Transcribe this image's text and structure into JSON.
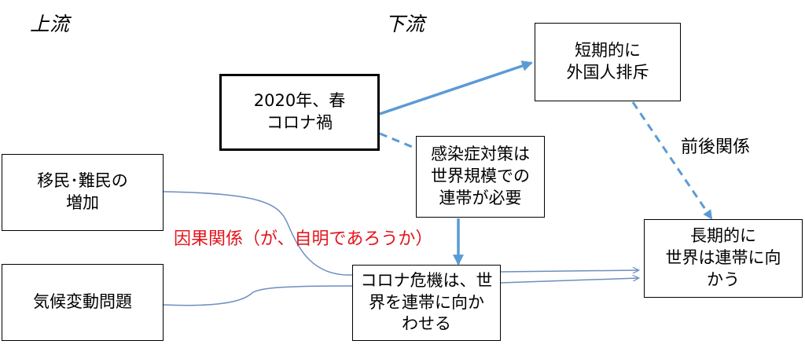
{
  "headings": {
    "upstream": "上流",
    "downstream": "下流"
  },
  "nodes": {
    "covid": "2020年、春\nコロナ禍",
    "xenophobia": "短期的に\n外国人排斥",
    "pandemic_measures": "感染症対策は\n世界規模での\n連帯が必要",
    "migration": "移民･難民の\n増加",
    "climate": "気候変動問題",
    "crisis_unites": "コロナ危機は、世\n界を連帯に向か\nわせる",
    "long_term": "長期的に\n世界は連帯に向\nかう"
  },
  "labels": {
    "temporal": "前後関係",
    "causal": "因果関係（が、自明であろうか）"
  },
  "colors": {
    "arrow": "#5B9BD5",
    "line": "#6C8EBF",
    "causal_text": "#E3141B"
  }
}
